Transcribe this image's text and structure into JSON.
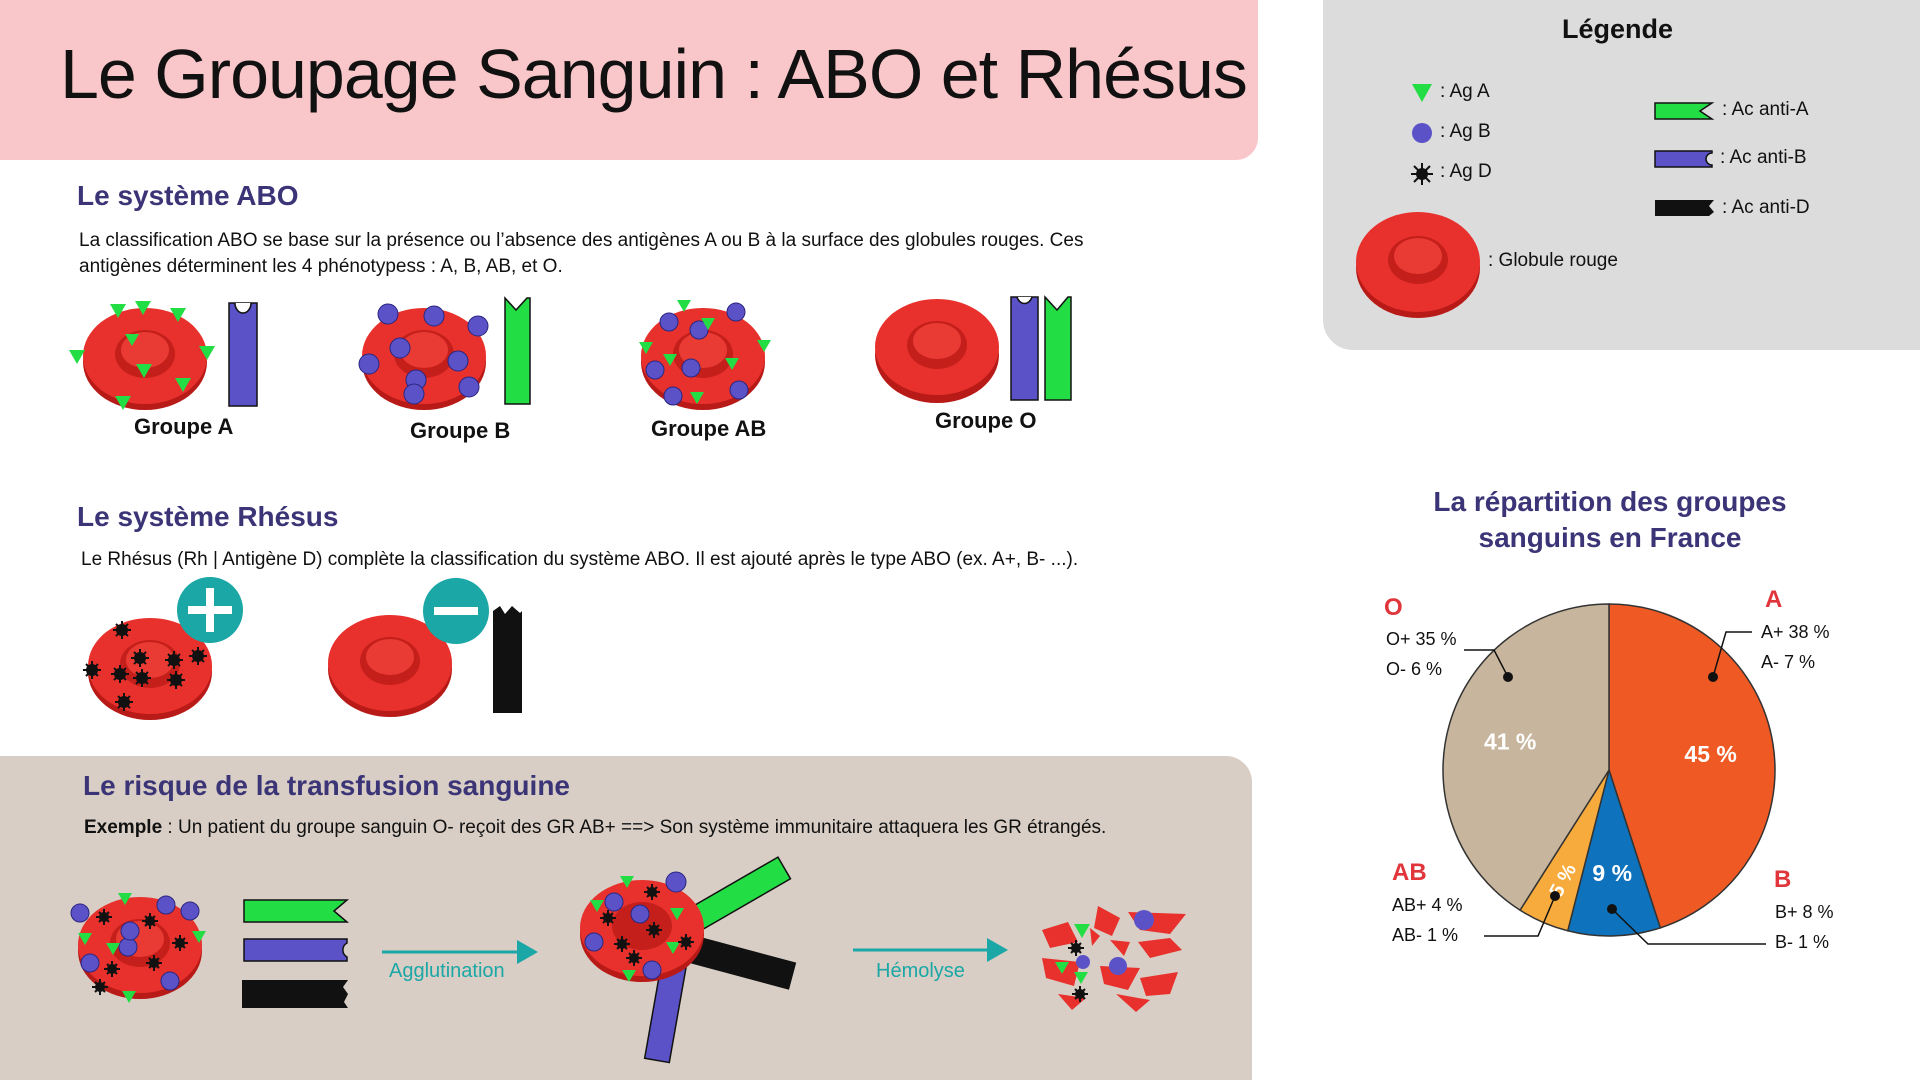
{
  "title": "Le Groupage Sanguin : ABO et Rhésus",
  "legend": {
    "title": "Légende",
    "items": {
      "ag_a": ": Ag A",
      "ag_b": ": Ag B",
      "ag_d": ": Ag D",
      "ac_anti_a": ": Ac anti-A",
      "ac_anti_b": ": Ac anti-B",
      "ac_anti_d": ": Ac anti-D",
      "globule": ": Globule rouge"
    }
  },
  "abo": {
    "title": "Le système ABO",
    "text": "La classification ABO se base sur la présence ou l’absence des antigènes A ou B  à la surface des  globules rouges.  Ces antigènes déterminent les 4 phénotypess : A, B, AB, et O.",
    "groups": [
      "Groupe A",
      "Groupe B",
      "Groupe AB",
      "Groupe O"
    ]
  },
  "rhesus": {
    "title": "Le système Rhésus",
    "text": "Le Rhésus (Rh | Antigène D) complète la classification du système ABO. Il est ajouté après le type ABO (ex. A+, B- ...)."
  },
  "risk": {
    "title": "Le risque de la transfusion sanguine",
    "example_label": "Exemple",
    "example_text": " : Un patient du groupe sanguin O- reçoit des GR AB+ ==> Son système immunitaire attaquera les GR étrangés.",
    "arrow1": "Agglutination",
    "arrow2": "Hémolyse"
  },
  "colors": {
    "red_cell": "#e8312c",
    "antigen_a": "#22dd44",
    "antigen_b": "#5b52c8",
    "antigen_d": "#111111",
    "teal": "#1aa7a6",
    "title_band": "#f9c6c9",
    "legend_bg": "#dcdcdc",
    "risk_bg": "#d8cec5"
  },
  "chart_data": {
    "type": "pie",
    "title": "La répartition des groupes sanguins en France",
    "slices": [
      {
        "group": "A",
        "value": 45,
        "label": "45 %",
        "color": "#ef5a24",
        "detail": [
          "A+ 38 %",
          "A- 7 %"
        ]
      },
      {
        "group": "B",
        "value": 9,
        "label": "9 %",
        "color": "#0f72bc",
        "detail": [
          "B+ 8 %",
          "B- 1 %"
        ]
      },
      {
        "group": "AB",
        "value": 5,
        "label": "5 %",
        "color": "#f7ab3c",
        "detail": [
          "AB+ 4 %",
          "AB- 1 %"
        ]
      },
      {
        "group": "O",
        "value": 41,
        "label": "41 %",
        "color": "#c8b59d",
        "detail": [
          "O+ 35 %",
          "O- 6 %"
        ]
      }
    ]
  }
}
